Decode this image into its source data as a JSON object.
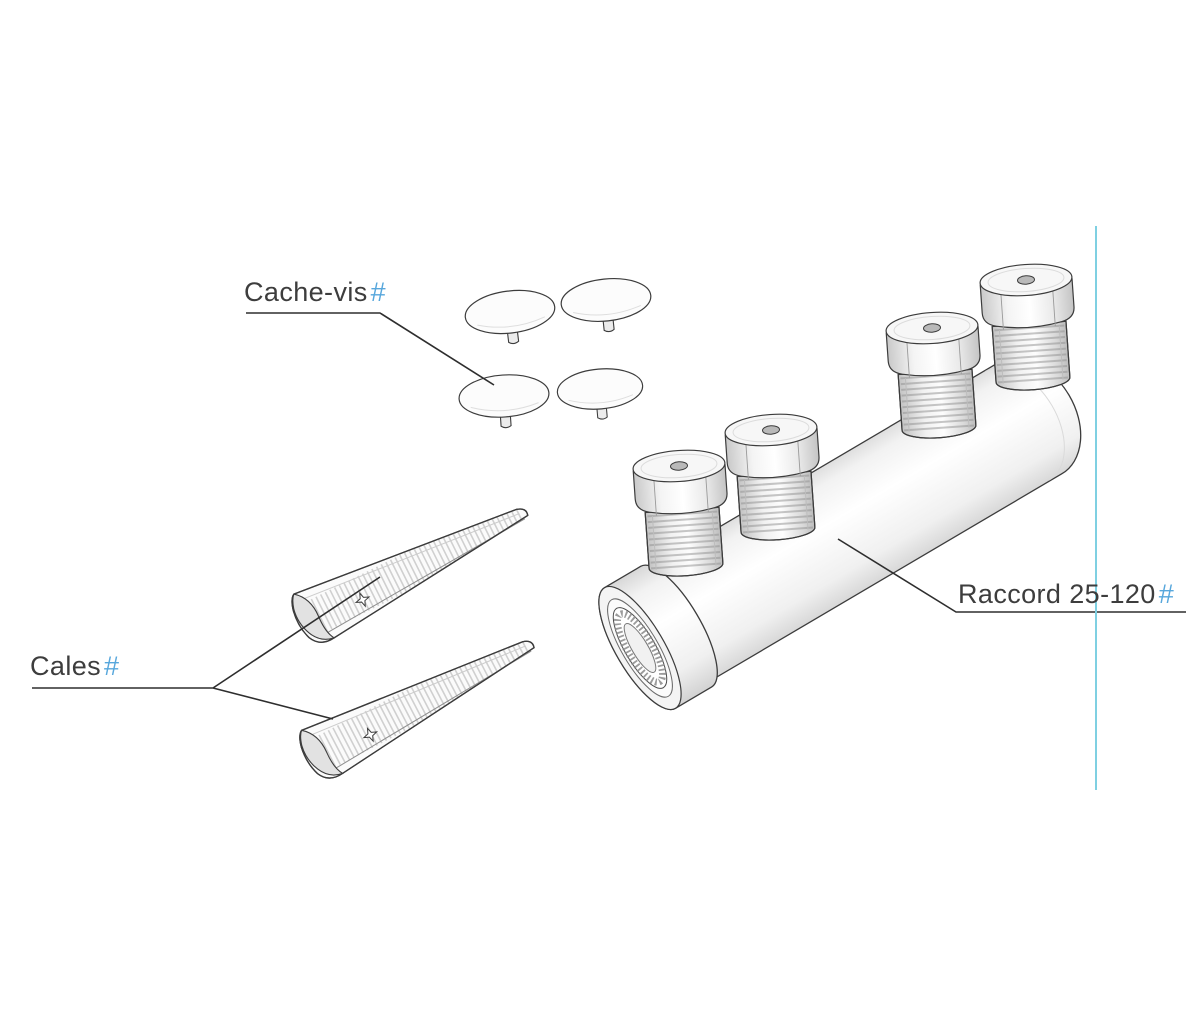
{
  "diagram": {
    "type": "technical-illustration",
    "labels": {
      "cache_vis": {
        "text": "Cache-vis",
        "marker": "#"
      },
      "cales": {
        "text": "Cales",
        "marker": "#"
      },
      "raccord": {
        "text": "Raccord 25-120",
        "marker": "#"
      }
    },
    "colors": {
      "outline": "#3c3c3c",
      "label_text": "#3d3d3d",
      "marker": "#57a7dc",
      "leader": "#2e2e2e",
      "guide": "#7fd0e2"
    },
    "parts": {
      "screw_covers_visible": 4,
      "shims_visible": 2,
      "screws_visible": 4
    }
  }
}
